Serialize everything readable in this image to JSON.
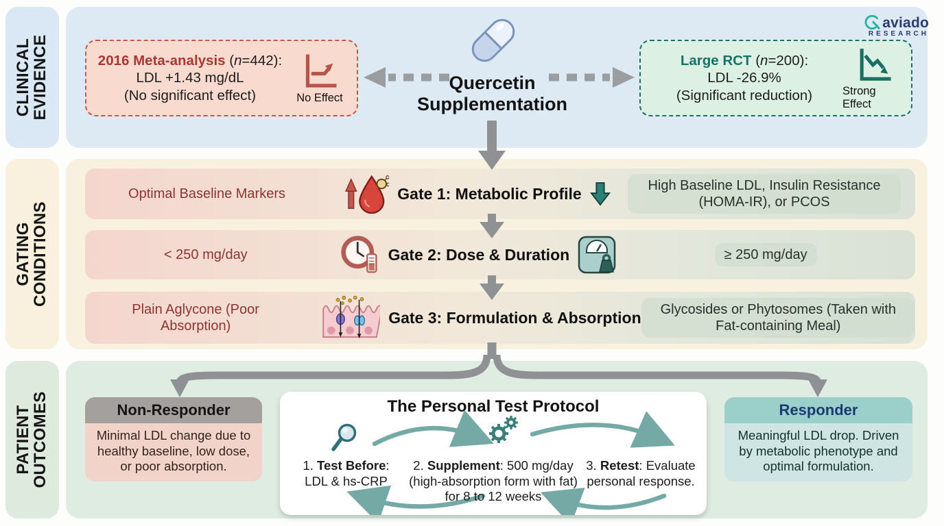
{
  "colors": {
    "accent_red": "#a63a33",
    "accent_teal": "#177164",
    "navy_title": "#1c3a72",
    "arrow_gray": "#8f9194",
    "teal_arrow": "#74a9a5",
    "evidence_left_bg": "#f9dacf",
    "evidence_right_bg": "#ddf0e4",
    "nonresponder_header": "#a4a09d",
    "responder_header": "#9bcfca"
  },
  "logo": {
    "name": "aviado",
    "subtitle": "RESEARCH"
  },
  "sidebar": {
    "clinical": [
      "CLINICAL",
      "EVIDENCE"
    ],
    "gating": [
      "GATING",
      "CONDITIONS"
    ],
    "outcomes": [
      "PATIENT",
      "OUTCOMES"
    ]
  },
  "evidence": {
    "center_title": [
      "Quercetin",
      "Supplementation"
    ],
    "left_box": {
      "title": "2016 Meta-analysis",
      "n_open": " (",
      "n_italic": "n",
      "n_rest": "=442):",
      "line2": "LDL +1.43 mg/dL",
      "line3": "(No significant effect)",
      "caption": "No Effect"
    },
    "right_box": {
      "title": "Large RCT",
      "n_open": " (",
      "n_italic": "n",
      "n_rest": "=200):",
      "line2": "LDL -26.9%",
      "line3": "(Significant reduction)",
      "caption": "Strong Effect"
    }
  },
  "gates": [
    {
      "left": "Optimal Baseline Markers",
      "title": "Gate 1: Metabolic Profile",
      "right": "High Baseline LDL, Insulin Resistance (HOMA-IR), or PCOS"
    },
    {
      "left": "< 250 mg/day",
      "title": "Gate 2: Dose & Duration",
      "right": "≥ 250 mg/day"
    },
    {
      "left": "Plain Aglycone (Poor Absorption)",
      "title": "Gate 3: Formulation & Absorption",
      "right": "Glycosides or Phytosomes (Taken with Fat-containing Meal)"
    }
  ],
  "outcomes": {
    "non_responder": {
      "title": "Non-Responder",
      "body": "Minimal LDL change due to healthy baseline, low dose, or poor absorption."
    },
    "protocol": {
      "title": "The Personal Test Protocol",
      "steps": [
        {
          "num": "1. ",
          "label": "Test Before",
          "rest": ": LDL & hs-CRP"
        },
        {
          "num": "2. ",
          "label": "Supplement",
          "rest": ": 500 mg/day (high-absorption form with fat) for 8 to 12 weeks"
        },
        {
          "num": "3. ",
          "label": "Retest",
          "rest": ": Evaluate personal response."
        }
      ]
    },
    "responder": {
      "title": "Responder",
      "body": "Meaningful LDL drop. Driven by metabolic phenotype and optimal formulation."
    }
  },
  "icons": {
    "pill-icon": "blue capsule",
    "no-effect-chart-icon": "flat trend with small up arrow",
    "strong-effect-chart-icon": "downward trend arrow",
    "blood-drop-icon": "blood drop with molecule and up arrow",
    "teal-down-arrow-icon": "down arrow",
    "clock-dose-icon": "clock with dosing tube",
    "scale-icon": "bathroom scale with weight",
    "gut-absorption-icon": "intestinal cells with transporters",
    "magnifier-icon": "magnifying glass",
    "gears-icon": "two gears"
  }
}
